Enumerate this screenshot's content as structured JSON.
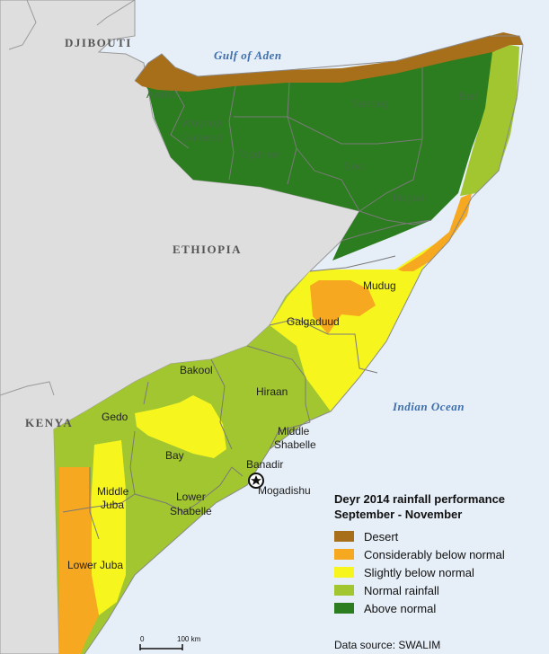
{
  "colors": {
    "sea": "#e6eef7",
    "land": "#dedede",
    "desert": "#a86f1a",
    "considerably_below": "#f6a820",
    "slightly_below": "#f7f51e",
    "normal": "#a2c630",
    "above": "#2c7d1f",
    "border": "#7a7a7a"
  },
  "countries": {
    "djibouti": "DJIBOUTI",
    "ethiopia": "ETHIOPIA",
    "kenya": "KENYA"
  },
  "seas": {
    "gulf": "Gulf of Aden",
    "ocean": "Indian Ocean"
  },
  "regions": {
    "awdal": "Awdal",
    "woqooyi_line1": "Woqooyi",
    "woqooyi_line2": "Galbeed",
    "togdheer": "Togdheer",
    "sanaag": "Sanaag",
    "sool": "Sool",
    "bari": "Bari",
    "nugaal": "Nugaal",
    "mudug": "Mudug",
    "galgaduud": "Galgaduud",
    "bakool": "Bakool",
    "hiraan": "Hiraan",
    "gedo": "Gedo",
    "bay": "Bay",
    "middle_shabelle_line1": "Middle",
    "middle_shabelle_line2": "Shabelle",
    "banadir": "Banadir",
    "lower_shabelle_line1": "Lower",
    "lower_shabelle_line2": "Shabelle",
    "middle_juba_line1": "Middle",
    "middle_juba_line2": "Juba",
    "lower_juba": "Lower Juba"
  },
  "capital": {
    "name": "Mogadishu",
    "icon": "star-circle-icon"
  },
  "legend": {
    "title_line1": "Deyr 2014 rainfall performance",
    "title_line2": "September - November",
    "items": [
      {
        "label": "Desert",
        "color": "#a86f1a"
      },
      {
        "label": "Considerably below normal",
        "color": "#f6a820"
      },
      {
        "label": "Slightly below normal",
        "color": "#f7f51e"
      },
      {
        "label": "Normal rainfall",
        "color": "#a2c630"
      },
      {
        "label": "Above normal",
        "color": "#2c7d1f"
      }
    ]
  },
  "scale": {
    "zero": "0",
    "distance": "100 km"
  },
  "source": "Data source: SWALIM"
}
